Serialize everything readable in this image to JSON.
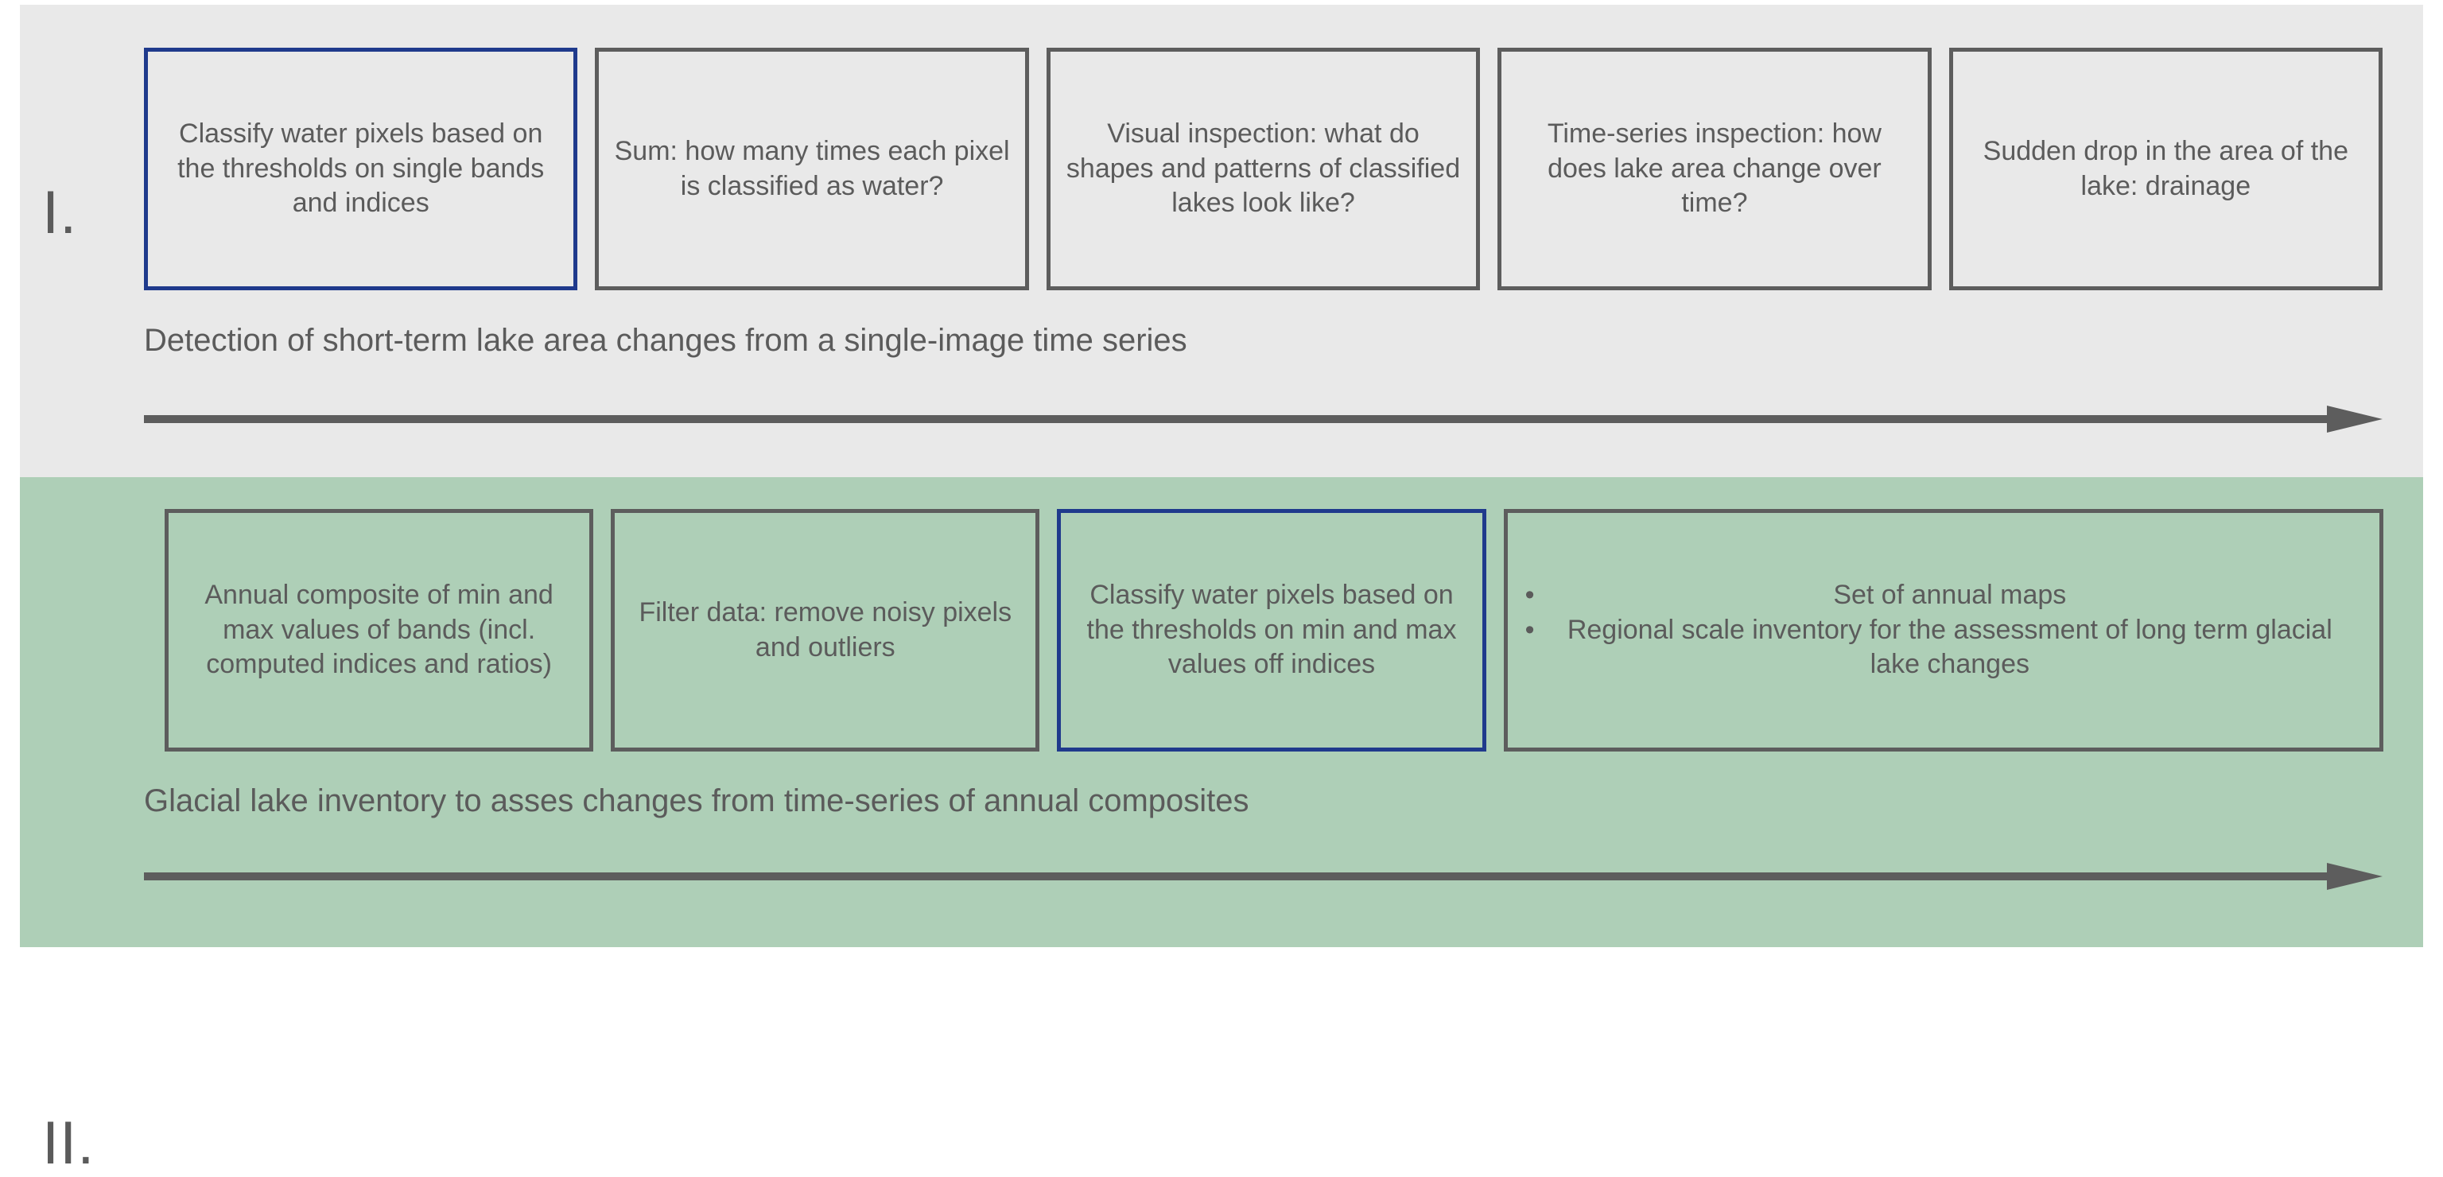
{
  "colors": {
    "section_i_bg": "#e9e9e9",
    "section_ii_bg": "#aecfb7",
    "box_border": "#5d5d5d",
    "highlight_border": "#1f3a8c",
    "text": "#5b5b5b",
    "arrow": "#5d5d5d"
  },
  "sections": [
    {
      "label": "I.",
      "caption": "Detection of short-term lake area changes from a single-image time series",
      "boxes": [
        {
          "text": "Classify water pixels based on the thresholds on single bands and indices",
          "highlighted": true
        },
        {
          "text": "Sum: how many times each pixel is classified as water?",
          "highlighted": false
        },
        {
          "text": "Visual inspection: what do shapes and patterns of classified lakes look like?",
          "highlighted": false
        },
        {
          "text": "Time-series inspection: how does lake area change over time?",
          "highlighted": false
        },
        {
          "text": "Sudden drop in the area of the lake: drainage",
          "highlighted": false
        }
      ]
    },
    {
      "label": "II.",
      "caption": "Glacial lake inventory to asses changes from time-series of annual composites",
      "boxes": [
        {
          "text": "Annual composite of min and max values of bands (incl. computed indices and ratios)",
          "highlighted": false
        },
        {
          "text": "Filter data: remove noisy pixels and outliers",
          "highlighted": false
        },
        {
          "text": "Classify water pixels based on the thresholds on min and max values off indices",
          "highlighted": true
        },
        {
          "bullets": [
            "Set of annual maps",
            "Regional scale inventory for the assessment of long term glacial lake changes"
          ],
          "highlighted": false
        }
      ]
    }
  ]
}
